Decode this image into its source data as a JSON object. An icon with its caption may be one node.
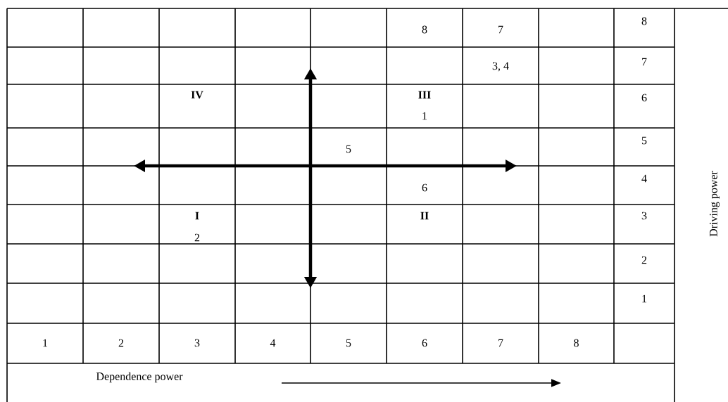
{
  "diagram": {
    "labels": [
      "8",
      "7",
      "8",
      "3, 4",
      "7",
      "IV",
      "III",
      "1",
      "6",
      "5",
      "5",
      "6",
      "4",
      "I",
      "2",
      "II",
      "3",
      "2",
      "1",
      "1",
      "2",
      "3",
      "4",
      "5",
      "6",
      "7",
      "8",
      "Dependence power",
      "Driving power"
    ]
  }
}
